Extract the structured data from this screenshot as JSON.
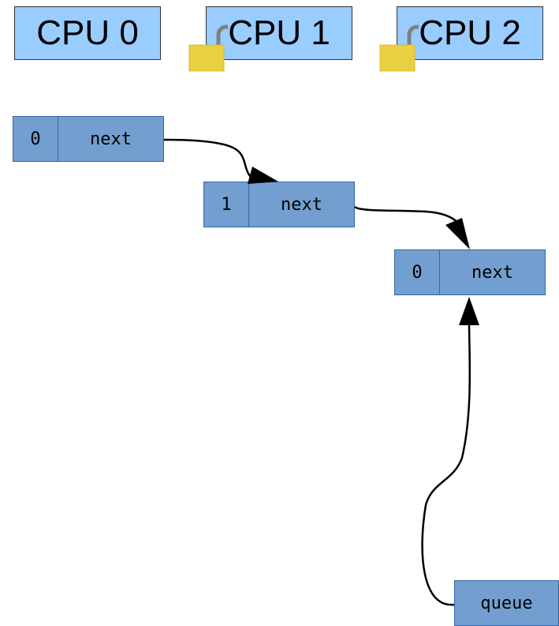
{
  "cpus": [
    {
      "label": "CPU 0",
      "locked": false
    },
    {
      "label": "CPU 1",
      "locked": true
    },
    {
      "label": "CPU 2",
      "locked": true
    }
  ],
  "nodes": [
    {
      "value": "0",
      "pointer": "next"
    },
    {
      "value": "1",
      "pointer": "next"
    },
    {
      "value": "0",
      "pointer": "next"
    }
  ],
  "queue": {
    "label": "queue"
  },
  "colors": {
    "cpu_fill": "#99ccff",
    "node_fill": "#729fcf",
    "lock_body": "#e9cf42",
    "lock_shackle": "#808080"
  }
}
